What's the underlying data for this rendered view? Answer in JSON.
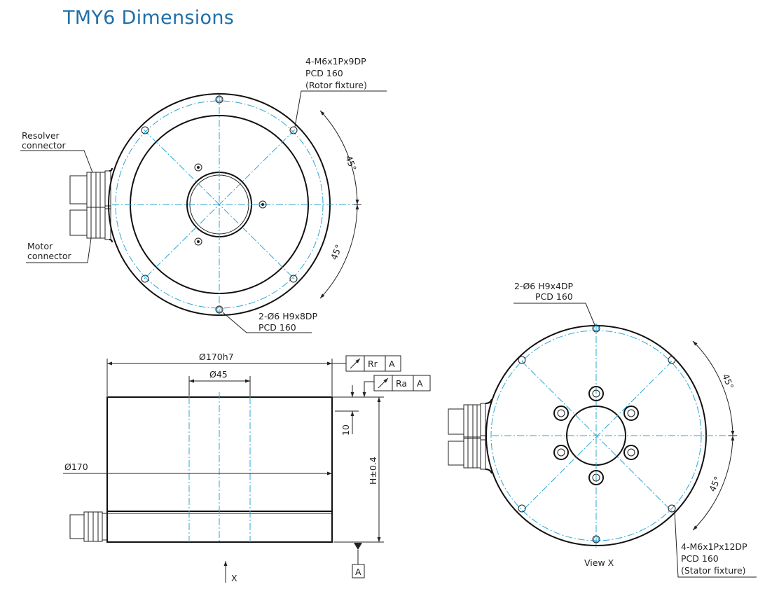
{
  "title": "TMY6 Dimensions",
  "labels": {
    "top_rotor_holes": [
      "4-M6x1Px9DP",
      "PCD 160",
      "(Rotor fixture)"
    ],
    "resolver_connector": [
      "Resolver",
      "connector"
    ],
    "motor_connector": [
      "Motor",
      "connector"
    ],
    "top_pin_holes": [
      "2-Ø6 H9x8DP",
      "PCD 160"
    ],
    "angle_upper": "45°",
    "angle_lower": "45°",
    "dia_outer": "Ø170h7",
    "dia_bore": "Ø45",
    "dia_body": "Ø170",
    "height": "H±0.4",
    "dim_10": "10",
    "runout_radial": [
      "Rr",
      "A"
    ],
    "runout_axial": [
      "Ra",
      "A"
    ],
    "datum": "A",
    "view_arrow": "X",
    "view_x_pin_holes": [
      "2-Ø6 H9x4DP",
      "PCD 160"
    ],
    "view_x_label": "View X",
    "view_x_angle_upper": "45°",
    "view_x_angle_lower": "45°",
    "view_x_stator_holes": [
      "4-M6x1Px12DP",
      "PCD 160",
      "(Stator fixture)"
    ]
  }
}
